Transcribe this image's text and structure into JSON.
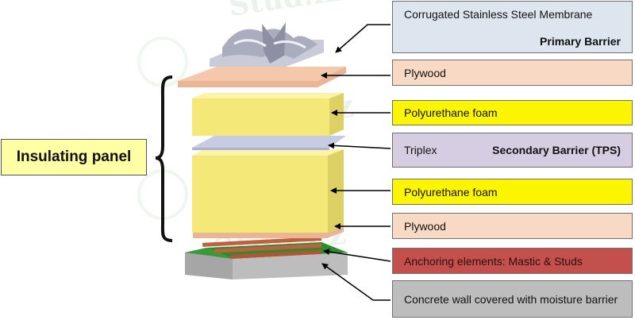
{
  "labels": {
    "membrane_name": "Corrugated Stainless Steel Membrane",
    "membrane_role": "Primary Barrier",
    "plywood_top": "Plywood",
    "foam_top": "Polyurethane foam",
    "triplex_name": "Triplex",
    "triplex_role": "Secondary Barrier (TPS)",
    "foam_bottom": "Polyurethane foam",
    "plywood_bottom": "Plywood",
    "anchoring": "Anchoring elements: Mastic & Studs",
    "concrete": "Concrete wall covered with moisture barrier"
  },
  "panel_label": "Insulating panel",
  "watermark": "Stud.kz",
  "colors": {
    "membrane_box": "#dde6ef",
    "plywood": "#f8d9c3",
    "foam": "#fbf500",
    "triplex_box": "#d6cde2",
    "anchoring": "#c3504d",
    "concrete": "#bdbdbd",
    "panel_box": "#ffffa6",
    "foam_block": "#fbf58e",
    "membrane_layer": "#c9ccd8",
    "green_layer": "#2e8b2e",
    "stud": "#c06040"
  }
}
